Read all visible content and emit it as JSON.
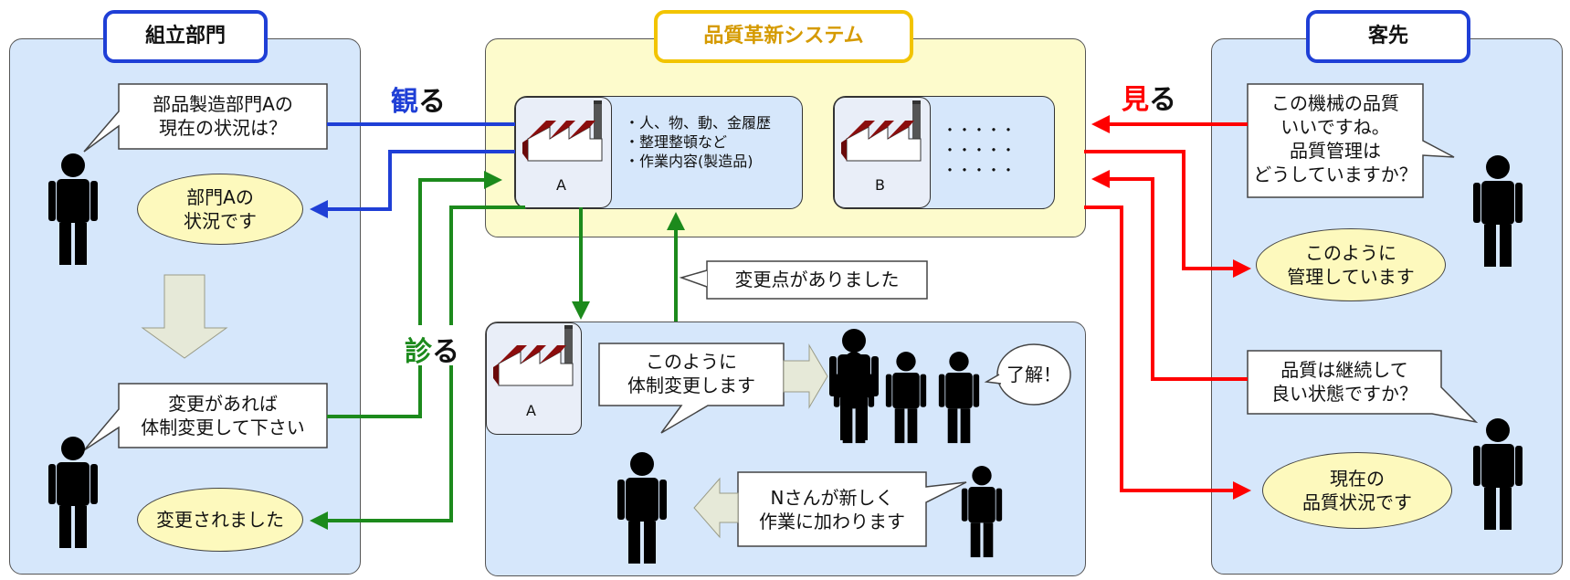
{
  "colors": {
    "blue": "#1f3fd6",
    "red": "#ff0000",
    "green": "#1c8a1c",
    "gold": "#f2c400"
  },
  "left": {
    "title": "組立部門",
    "q1": [
      "部品製造部門Aの",
      "現在の状況は？"
    ],
    "a1": [
      "部門Aの",
      "状況です"
    ],
    "q2": [
      "変更があれば",
      "体制変更して下さい"
    ],
    "a2": "変更されました"
  },
  "center": {
    "title": "品質革新システム",
    "factory_a_label": "A",
    "factory_a_items": [
      "・人、物、動、金履歴",
      "・整理整頓など",
      "・作業内容(製造品)"
    ],
    "factory_b_label": "B",
    "factory_b_items": [
      "・・・・・",
      "・・・・・",
      "・・・・・"
    ],
    "change_notice": "変更点がありました",
    "factory_lower_label": "A",
    "announce": [
      "このように",
      "体制変更します"
    ],
    "ack": "了解！",
    "report": [
      "Nさんが新しく",
      "作業に加わります"
    ]
  },
  "verbs": {
    "watch": {
      "accent": "観",
      "rest": "る"
    },
    "diagnose": {
      "accent": "診",
      "rest": "る"
    },
    "see": {
      "accent": "見",
      "rest": "る"
    }
  },
  "right": {
    "title": "客先",
    "q1": [
      "この機械の品質",
      "いいですね。",
      "品質管理は",
      "どうしていますか？"
    ],
    "a1": [
      "このように",
      "管理しています"
    ],
    "q2": [
      "品質は継続して",
      "良い状態ですか？"
    ],
    "a2": [
      "現在の",
      "品質状況です"
    ]
  }
}
